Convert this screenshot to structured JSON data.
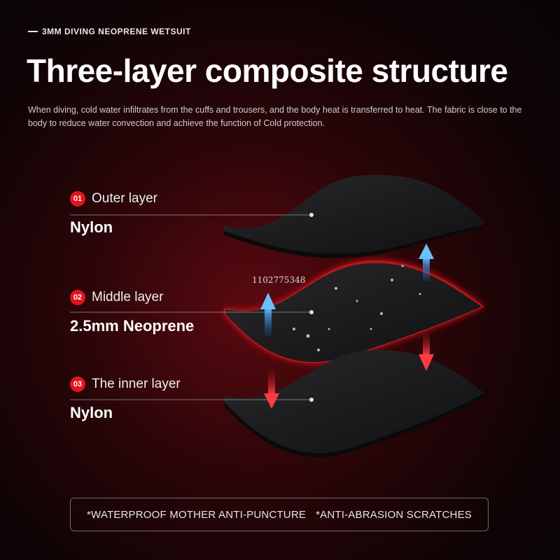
{
  "eyebrow": "3MM DIVING NEOPRENE WETSUIT",
  "title": "Three-layer composite structure",
  "description": "When diving, cold water infiltrates from the cuffs and trousers, and the body heat is transferred to heat. The fabric is close to the body to reduce water convection and achieve the function of Cold protection.",
  "layers": [
    {
      "number": "01",
      "name": "Outer layer",
      "material": "Nylon"
    },
    {
      "number": "02",
      "name": "Middle layer",
      "material": "2.5mm Neoprene"
    },
    {
      "number": "03",
      "name": "The inner layer",
      "material": "Nylon"
    }
  ],
  "watermark": "1102775348",
  "footer": {
    "feature_1": "*WATERPROOF MOTHER ANTI-PUNCTURE",
    "feature_2": "*ANTI-ABRASION SCRATCHES"
  },
  "colors": {
    "accent_red": "#e3141f",
    "arrow_blue": "#2a8fe0",
    "arrow_red": "#e0202c",
    "fabric": "#1e1e20"
  }
}
